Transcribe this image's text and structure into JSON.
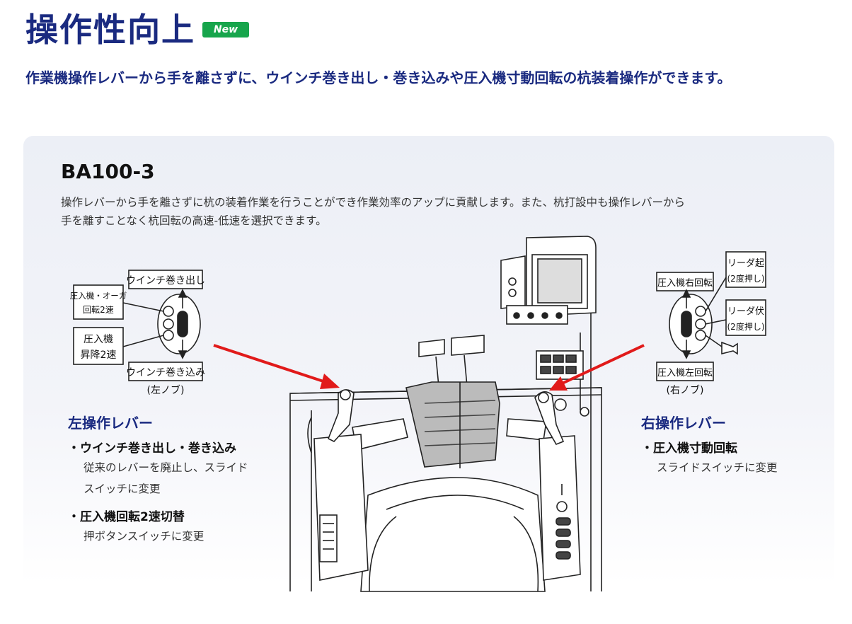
{
  "header": {
    "title": "操作性向上",
    "badge": "New",
    "lead": "作業機操作レバーから手を離さずに、ウインチ巻き出し・巻き込みや圧入機寸動回転の杭装着操作ができます。"
  },
  "panel": {
    "model": "BA100-3",
    "description_lines": [
      "操作レバーから手を離さずに杭の装着作業を行うことができ作業効率のアップに貢献します。また、杭打設中も操作レバーから",
      "手を離すことなく杭回転の高速-低速を選択できます。"
    ]
  },
  "left_knob": {
    "top_label": "ウインチ巻き出し",
    "bottom_label": "ウインチ巻き込み",
    "button1_label": [
      "圧入機・オーガ",
      "回転2速"
    ],
    "button2_label": [
      "圧入機",
      "昇降2速"
    ],
    "caption": "(左ノブ)"
  },
  "right_knob": {
    "top_label": "圧入機右回転",
    "bottom_label": "圧入機左回転",
    "button1_label": [
      "リーダ起",
      "(2度押し)"
    ],
    "button2_label": [
      "リーダ伏",
      "(2度押し)"
    ],
    "caption": "(右ノブ)"
  },
  "left_lever": {
    "title": "左操作レバー",
    "items": [
      {
        "label": "・ウインチ巻き出し・巻き込み",
        "desc": [
          "従来のレバーを廃止し、スライド",
          "スイッチに変更"
        ]
      },
      {
        "label": "・圧入機回転2速切替",
        "desc": [
          "押ボタンスイッチに変更"
        ]
      }
    ]
  },
  "right_lever": {
    "title": "右操作レバー",
    "items": [
      {
        "label": "・圧入機寸動回転",
        "desc": [
          "スライドスイッチに変更"
        ]
      }
    ]
  },
  "colors": {
    "accent": "#1a2a80",
    "badge": "#17a54c",
    "arrow": "#e11a1a"
  }
}
